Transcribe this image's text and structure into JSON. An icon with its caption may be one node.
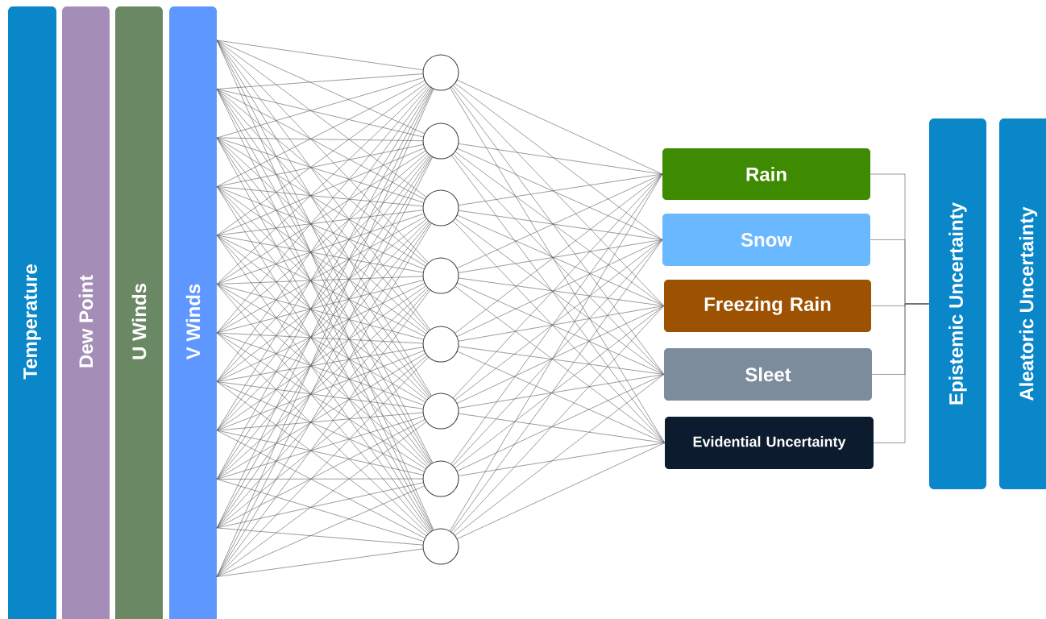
{
  "diagram": {
    "nodes": [
      {
        "text": [
          "Temperature"
        ]
      },
      {
        "text": [
          "Dew Point"
        ]
      },
      {
        "text": [
          "U Winds"
        ]
      },
      {
        "text": [
          "V Winds"
        ]
      },
      {
        "text": [],
        "shape": "circle"
      },
      {
        "text": [],
        "shape": "circle"
      },
      {
        "text": [],
        "shape": "circle"
      },
      {
        "text": [],
        "shape": "circle"
      },
      {
        "text": [],
        "shape": "circle"
      },
      {
        "text": [],
        "shape": "circle"
      },
      {
        "text": [],
        "shape": "circle"
      },
      {
        "text": [],
        "shape": "circle"
      },
      {
        "text": [
          "Rain"
        ]
      },
      {
        "text": [
          "Snow"
        ]
      },
      {
        "text": [
          "Freezing Rain"
        ]
      },
      {
        "text": [
          "Sleet"
        ]
      },
      {
        "text": [
          "Evidential Uncertainty"
        ]
      },
      {
        "text": [
          "Epistemic Uncertainty"
        ]
      },
      {
        "text": [
          "Aleatoric Uncertainty"
        ]
      }
    ],
    "edges": [
      {
        "from": 3,
        "to": 4,
        "arrow": "none"
      },
      {
        "from": 3,
        "to": 4,
        "arrow": "none"
      },
      {
        "from": 3,
        "to": 4,
        "arrow": "none"
      },
      {
        "from": 3,
        "to": 4,
        "arrow": "none"
      },
      {
        "from": 3,
        "to": 4,
        "arrow": "none"
      },
      {
        "from": 3,
        "to": 4,
        "arrow": "none"
      },
      {
        "from": 3,
        "to": 4,
        "arrow": "none"
      },
      {
        "from": 3,
        "to": 4,
        "arrow": "none"
      },
      {
        "from": 3,
        "to": 4,
        "arrow": "none"
      },
      {
        "from": 3,
        "to": 4,
        "arrow": "none"
      },
      {
        "from": 3,
        "to": 4,
        "arrow": "none"
      },
      {
        "from": 3,
        "to": 4,
        "arrow": "none"
      },
      {
        "from": 3,
        "to": 5,
        "arrow": "none"
      },
      {
        "from": 3,
        "to": 5,
        "arrow": "none"
      },
      {
        "from": 3,
        "to": 5,
        "arrow": "none"
      },
      {
        "from": 3,
        "to": 5,
        "arrow": "none"
      },
      {
        "from": 3,
        "to": 5,
        "arrow": "none"
      },
      {
        "from": 3,
        "to": 5,
        "arrow": "none"
      },
      {
        "from": 3,
        "to": 5,
        "arrow": "none"
      },
      {
        "from": 3,
        "to": 5,
        "arrow": "none"
      },
      {
        "from": 3,
        "to": 5,
        "arrow": "none"
      },
      {
        "from": 3,
        "to": 5,
        "arrow": "none"
      },
      {
        "from": 3,
        "to": 5,
        "arrow": "none"
      },
      {
        "from": 3,
        "to": 5,
        "arrow": "none"
      },
      {
        "from": 3,
        "to": 6,
        "arrow": "none"
      },
      {
        "from": 3,
        "to": 6,
        "arrow": "none"
      },
      {
        "from": 3,
        "to": 6,
        "arrow": "none"
      },
      {
        "from": 3,
        "to": 6,
        "arrow": "none"
      },
      {
        "from": 3,
        "to": 6,
        "arrow": "none"
      },
      {
        "from": 3,
        "to": 6,
        "arrow": "none"
      },
      {
        "from": 3,
        "to": 6,
        "arrow": "none"
      },
      {
        "from": 3,
        "to": 6,
        "arrow": "none"
      },
      {
        "from": 3,
        "to": 6,
        "arrow": "none"
      },
      {
        "from": 3,
        "to": 6,
        "arrow": "none"
      },
      {
        "from": 3,
        "to": 6,
        "arrow": "none"
      },
      {
        "from": 3,
        "to": 6,
        "arrow": "none"
      },
      {
        "from": 3,
        "to": 7,
        "arrow": "none"
      },
      {
        "from": 3,
        "to": 7,
        "arrow": "none"
      },
      {
        "from": 3,
        "to": 7,
        "arrow": "none"
      },
      {
        "from": 3,
        "to": 7,
        "arrow": "none"
      },
      {
        "from": 3,
        "to": 7,
        "arrow": "none"
      },
      {
        "from": 3,
        "to": 7,
        "arrow": "none"
      },
      {
        "from": 3,
        "to": 7,
        "arrow": "none"
      },
      {
        "from": 3,
        "to": 7,
        "arrow": "none"
      },
      {
        "from": 3,
        "to": 7,
        "arrow": "none"
      },
      {
        "from": 3,
        "to": 7,
        "arrow": "none"
      },
      {
        "from": 3,
        "to": 7,
        "arrow": "none"
      },
      {
        "from": 3,
        "to": 7,
        "arrow": "none"
      },
      {
        "from": 3,
        "to": 8,
        "arrow": "none"
      },
      {
        "from": 3,
        "to": 8,
        "arrow": "none"
      },
      {
        "from": 3,
        "to": 8,
        "arrow": "none"
      },
      {
        "from": 3,
        "to": 8,
        "arrow": "none"
      },
      {
        "from": 3,
        "to": 8,
        "arrow": "none"
      },
      {
        "from": 3,
        "to": 8,
        "arrow": "none"
      },
      {
        "from": 3,
        "to": 8,
        "arrow": "none"
      },
      {
        "from": 3,
        "to": 8,
        "arrow": "none"
      },
      {
        "from": 3,
        "to": 8,
        "arrow": "none"
      },
      {
        "from": 3,
        "to": 8,
        "arrow": "none"
      },
      {
        "from": 3,
        "to": 8,
        "arrow": "none"
      },
      {
        "from": 3,
        "to": 8,
        "arrow": "none"
      },
      {
        "from": 3,
        "to": 9,
        "arrow": "none"
      },
      {
        "from": 3,
        "to": 9,
        "arrow": "none"
      },
      {
        "from": 3,
        "to": 9,
        "arrow": "none"
      },
      {
        "from": 3,
        "to": 9,
        "arrow": "none"
      },
      {
        "from": 3,
        "to": 9,
        "arrow": "none"
      },
      {
        "from": 3,
        "to": 9,
        "arrow": "none"
      },
      {
        "from": 3,
        "to": 9,
        "arrow": "none"
      },
      {
        "from": 3,
        "to": 9,
        "arrow": "none"
      },
      {
        "from": 3,
        "to": 9,
        "arrow": "none"
      },
      {
        "from": 3,
        "to": 9,
        "arrow": "none"
      },
      {
        "from": 3,
        "to": 9,
        "arrow": "none"
      },
      {
        "from": 3,
        "to": 9,
        "arrow": "none"
      },
      {
        "from": 3,
        "to": 10,
        "arrow": "none"
      },
      {
        "from": 3,
        "to": 10,
        "arrow": "none"
      },
      {
        "from": 3,
        "to": 10,
        "arrow": "none"
      },
      {
        "from": 3,
        "to": 10,
        "arrow": "none"
      },
      {
        "from": 3,
        "to": 10,
        "arrow": "none"
      },
      {
        "from": 3,
        "to": 10,
        "arrow": "none"
      },
      {
        "from": 3,
        "to": 10,
        "arrow": "none"
      },
      {
        "from": 3,
        "to": 10,
        "arrow": "none"
      },
      {
        "from": 3,
        "to": 10,
        "arrow": "none"
      },
      {
        "from": 3,
        "to": 10,
        "arrow": "none"
      },
      {
        "from": 3,
        "to": 10,
        "arrow": "none"
      },
      {
        "from": 3,
        "to": 10,
        "arrow": "none"
      },
      {
        "from": 3,
        "to": 11,
        "arrow": "none"
      },
      {
        "from": 3,
        "to": 11,
        "arrow": "none"
      },
      {
        "from": 3,
        "to": 11,
        "arrow": "none"
      },
      {
        "from": 3,
        "to": 11,
        "arrow": "none"
      },
      {
        "from": 3,
        "to": 11,
        "arrow": "none"
      },
      {
        "from": 3,
        "to": 11,
        "arrow": "none"
      },
      {
        "from": 3,
        "to": 11,
        "arrow": "none"
      },
      {
        "from": 3,
        "to": 11,
        "arrow": "none"
      },
      {
        "from": 3,
        "to": 11,
        "arrow": "none"
      },
      {
        "from": 3,
        "to": 11,
        "arrow": "none"
      },
      {
        "from": 3,
        "to": 11,
        "arrow": "none"
      },
      {
        "from": 3,
        "to": 11,
        "arrow": "none"
      },
      {
        "from": 4,
        "to": 12,
        "arrow": "none"
      },
      {
        "from": 4,
        "to": 13,
        "arrow": "none"
      },
      {
        "from": 4,
        "to": 14,
        "arrow": "none"
      },
      {
        "from": 4,
        "to": 15,
        "arrow": "none"
      },
      {
        "from": 4,
        "to": 16,
        "arrow": "none"
      },
      {
        "from": 5,
        "to": 12,
        "arrow": "none"
      },
      {
        "from": 5,
        "to": 13,
        "arrow": "none"
      },
      {
        "from": 5,
        "to": 14,
        "arrow": "none"
      },
      {
        "from": 5,
        "to": 15,
        "arrow": "none"
      },
      {
        "from": 5,
        "to": 16,
        "arrow": "none"
      },
      {
        "from": 6,
        "to": 12,
        "arrow": "none"
      },
      {
        "from": 6,
        "to": 13,
        "arrow": "none"
      },
      {
        "from": 6,
        "to": 14,
        "arrow": "none"
      },
      {
        "from": 6,
        "to": 15,
        "arrow": "none"
      },
      {
        "from": 6,
        "to": 16,
        "arrow": "none"
      },
      {
        "from": 7,
        "to": 12,
        "arrow": "none"
      },
      {
        "from": 7,
        "to": 13,
        "arrow": "none"
      },
      {
        "from": 7,
        "to": 14,
        "arrow": "none"
      },
      {
        "from": 7,
        "to": 15,
        "arrow": "none"
      },
      {
        "from": 7,
        "to": 16,
        "arrow": "none"
      },
      {
        "from": 8,
        "to": 12,
        "arrow": "none"
      },
      {
        "from": 8,
        "to": 13,
        "arrow": "none"
      },
      {
        "from": 8,
        "to": 14,
        "arrow": "none"
      },
      {
        "from": 8,
        "to": 15,
        "arrow": "none"
      },
      {
        "from": 8,
        "to": 16,
        "arrow": "none"
      },
      {
        "from": 9,
        "to": 12,
        "arrow": "none"
      },
      {
        "from": 9,
        "to": 13,
        "arrow": "none"
      },
      {
        "from": 9,
        "to": 14,
        "arrow": "none"
      },
      {
        "from": 9,
        "to": 15,
        "arrow": "none"
      },
      {
        "from": 9,
        "to": 16,
        "arrow": "none"
      },
      {
        "from": 10,
        "to": 12,
        "arrow": "none"
      },
      {
        "from": 10,
        "to": 13,
        "arrow": "none"
      },
      {
        "from": 10,
        "to": 14,
        "arrow": "none"
      },
      {
        "from": 10,
        "to": 15,
        "arrow": "none"
      },
      {
        "from": 10,
        "to": 16,
        "arrow": "none"
      },
      {
        "from": 11,
        "to": 12,
        "arrow": "none"
      },
      {
        "from": 11,
        "to": 13,
        "arrow": "none"
      },
      {
        "from": 11,
        "to": 14,
        "arrow": "none"
      },
      {
        "from": 11,
        "to": 15,
        "arrow": "none"
      },
      {
        "from": 11,
        "to": 16,
        "arrow": "none"
      },
      {
        "from": 12,
        "to": 17,
        "arrow": "none"
      },
      {
        "from": 13,
        "to": 17,
        "arrow": "none"
      },
      {
        "from": 14,
        "to": 17,
        "arrow": "none"
      },
      {
        "from": 15,
        "to": 17,
        "arrow": "none"
      },
      {
        "from": 16,
        "to": 17,
        "arrow": "none"
      }
    ]
  }
}
